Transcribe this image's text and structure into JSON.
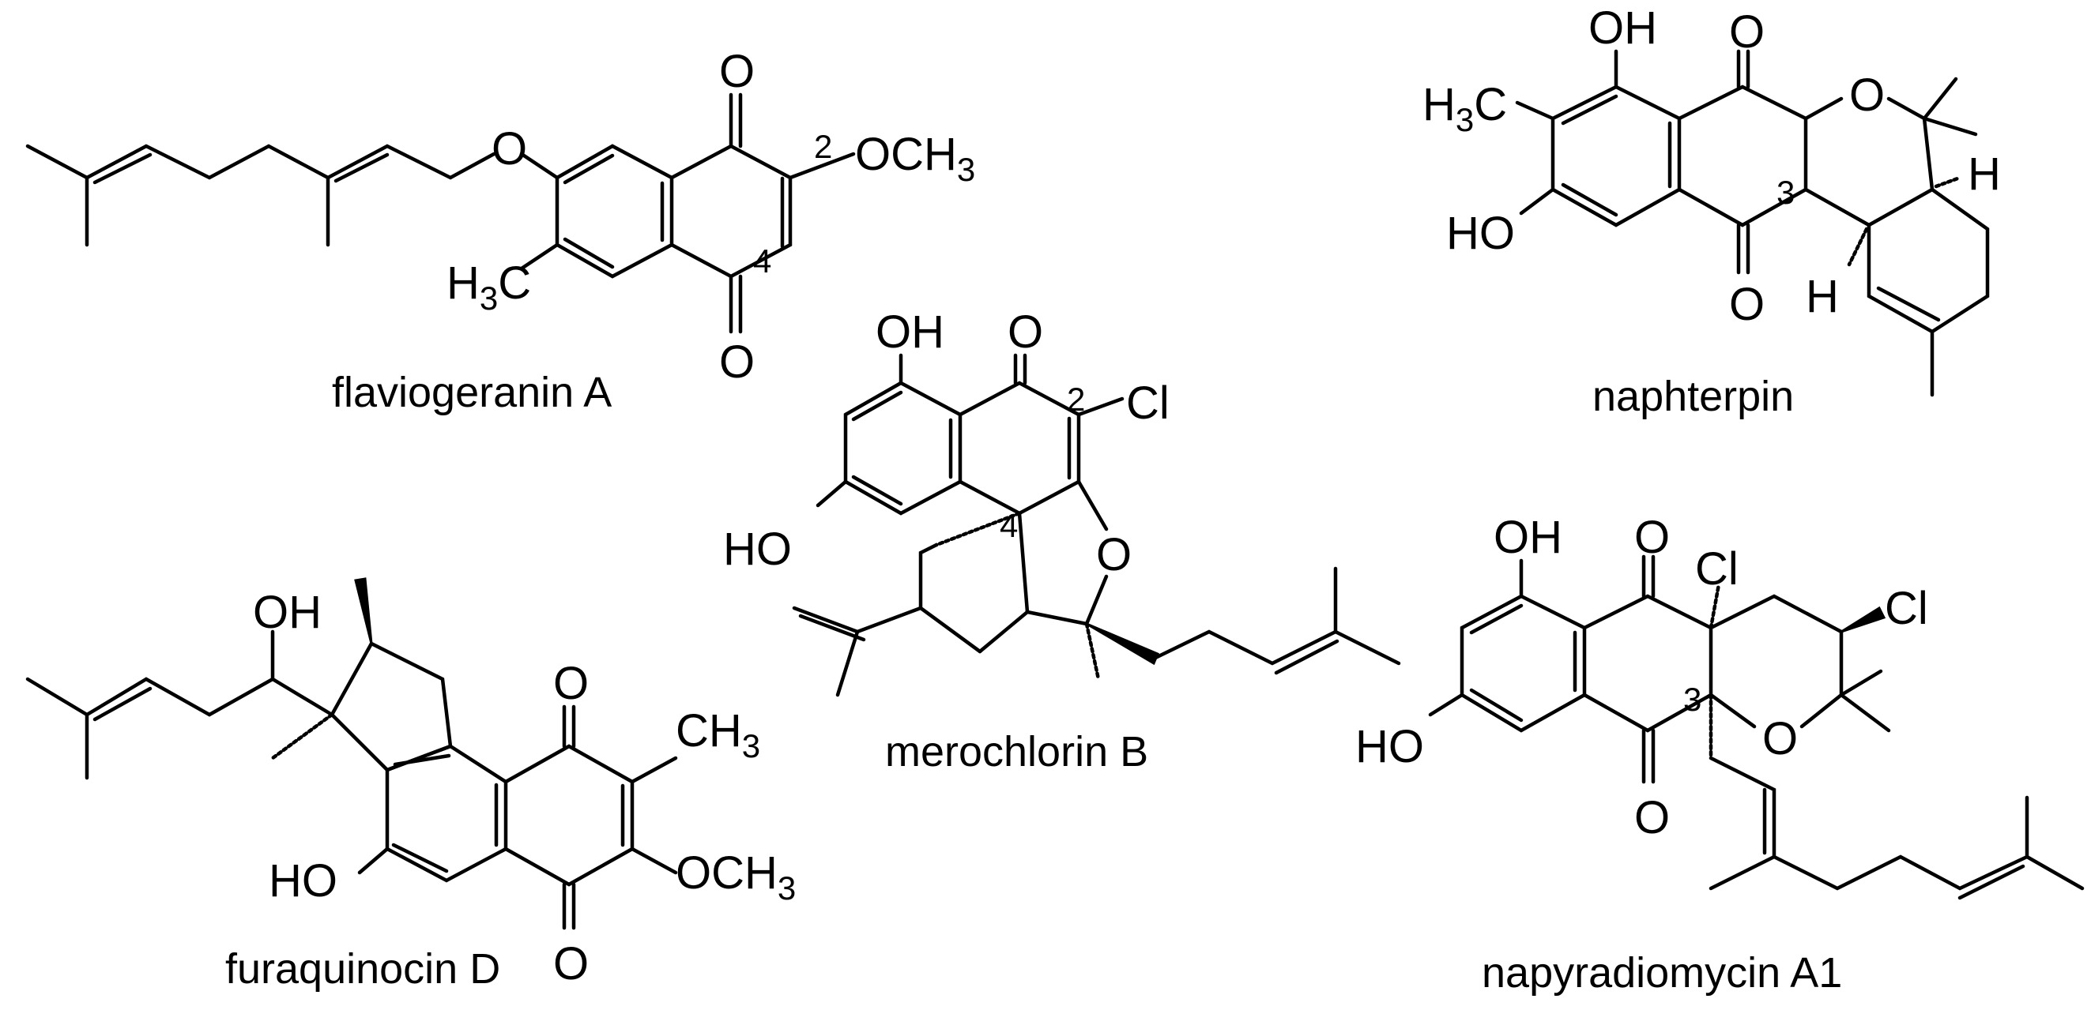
{
  "figure": {
    "compounds": [
      {
        "id": "flaviogeranin",
        "name": "flaviogeranin A",
        "labels": {
          "o_ether": "O",
          "o_top": "O",
          "o_bottom": "O",
          "ome": "OCH",
          "ome_sub": "3",
          "me": "H",
          "me_sub": "3",
          "me_c": "C",
          "loc2": "2",
          "loc4": "4"
        }
      },
      {
        "id": "naphterpin",
        "name": "naphterpin",
        "labels": {
          "oh": "OH",
          "me": "H",
          "me_sub": "3",
          "me_c": "C",
          "ho": "HO",
          "o_top": "O",
          "o_bottom": "O",
          "o_ring": "O",
          "h_right": "H",
          "h_left": "H",
          "loc3": "3"
        }
      },
      {
        "id": "merochlorin",
        "name": "merochlorin B",
        "labels": {
          "oh": "OH",
          "ho": "HO",
          "o_top": "O",
          "o_ring": "O",
          "cl": "Cl",
          "loc2": "2",
          "loc4": "4"
        }
      },
      {
        "id": "furaquinocin",
        "name": "furaquinocin D",
        "labels": {
          "oh_side": "OH",
          "ho": "HO",
          "o_top": "O",
          "o_bottom": "O",
          "ch3": "CH",
          "ch3_sub": "3",
          "ome": "OCH",
          "ome_sub": "3"
        }
      },
      {
        "id": "napyradiomycin",
        "name": "napyradiomycin A1",
        "labels": {
          "oh": "OH",
          "ho": "HO",
          "o_top": "O",
          "o_bottom": "O",
          "o_ring": "O",
          "cl_top": "Cl",
          "cl_right": "Cl",
          "loc3": "3"
        }
      }
    ]
  }
}
